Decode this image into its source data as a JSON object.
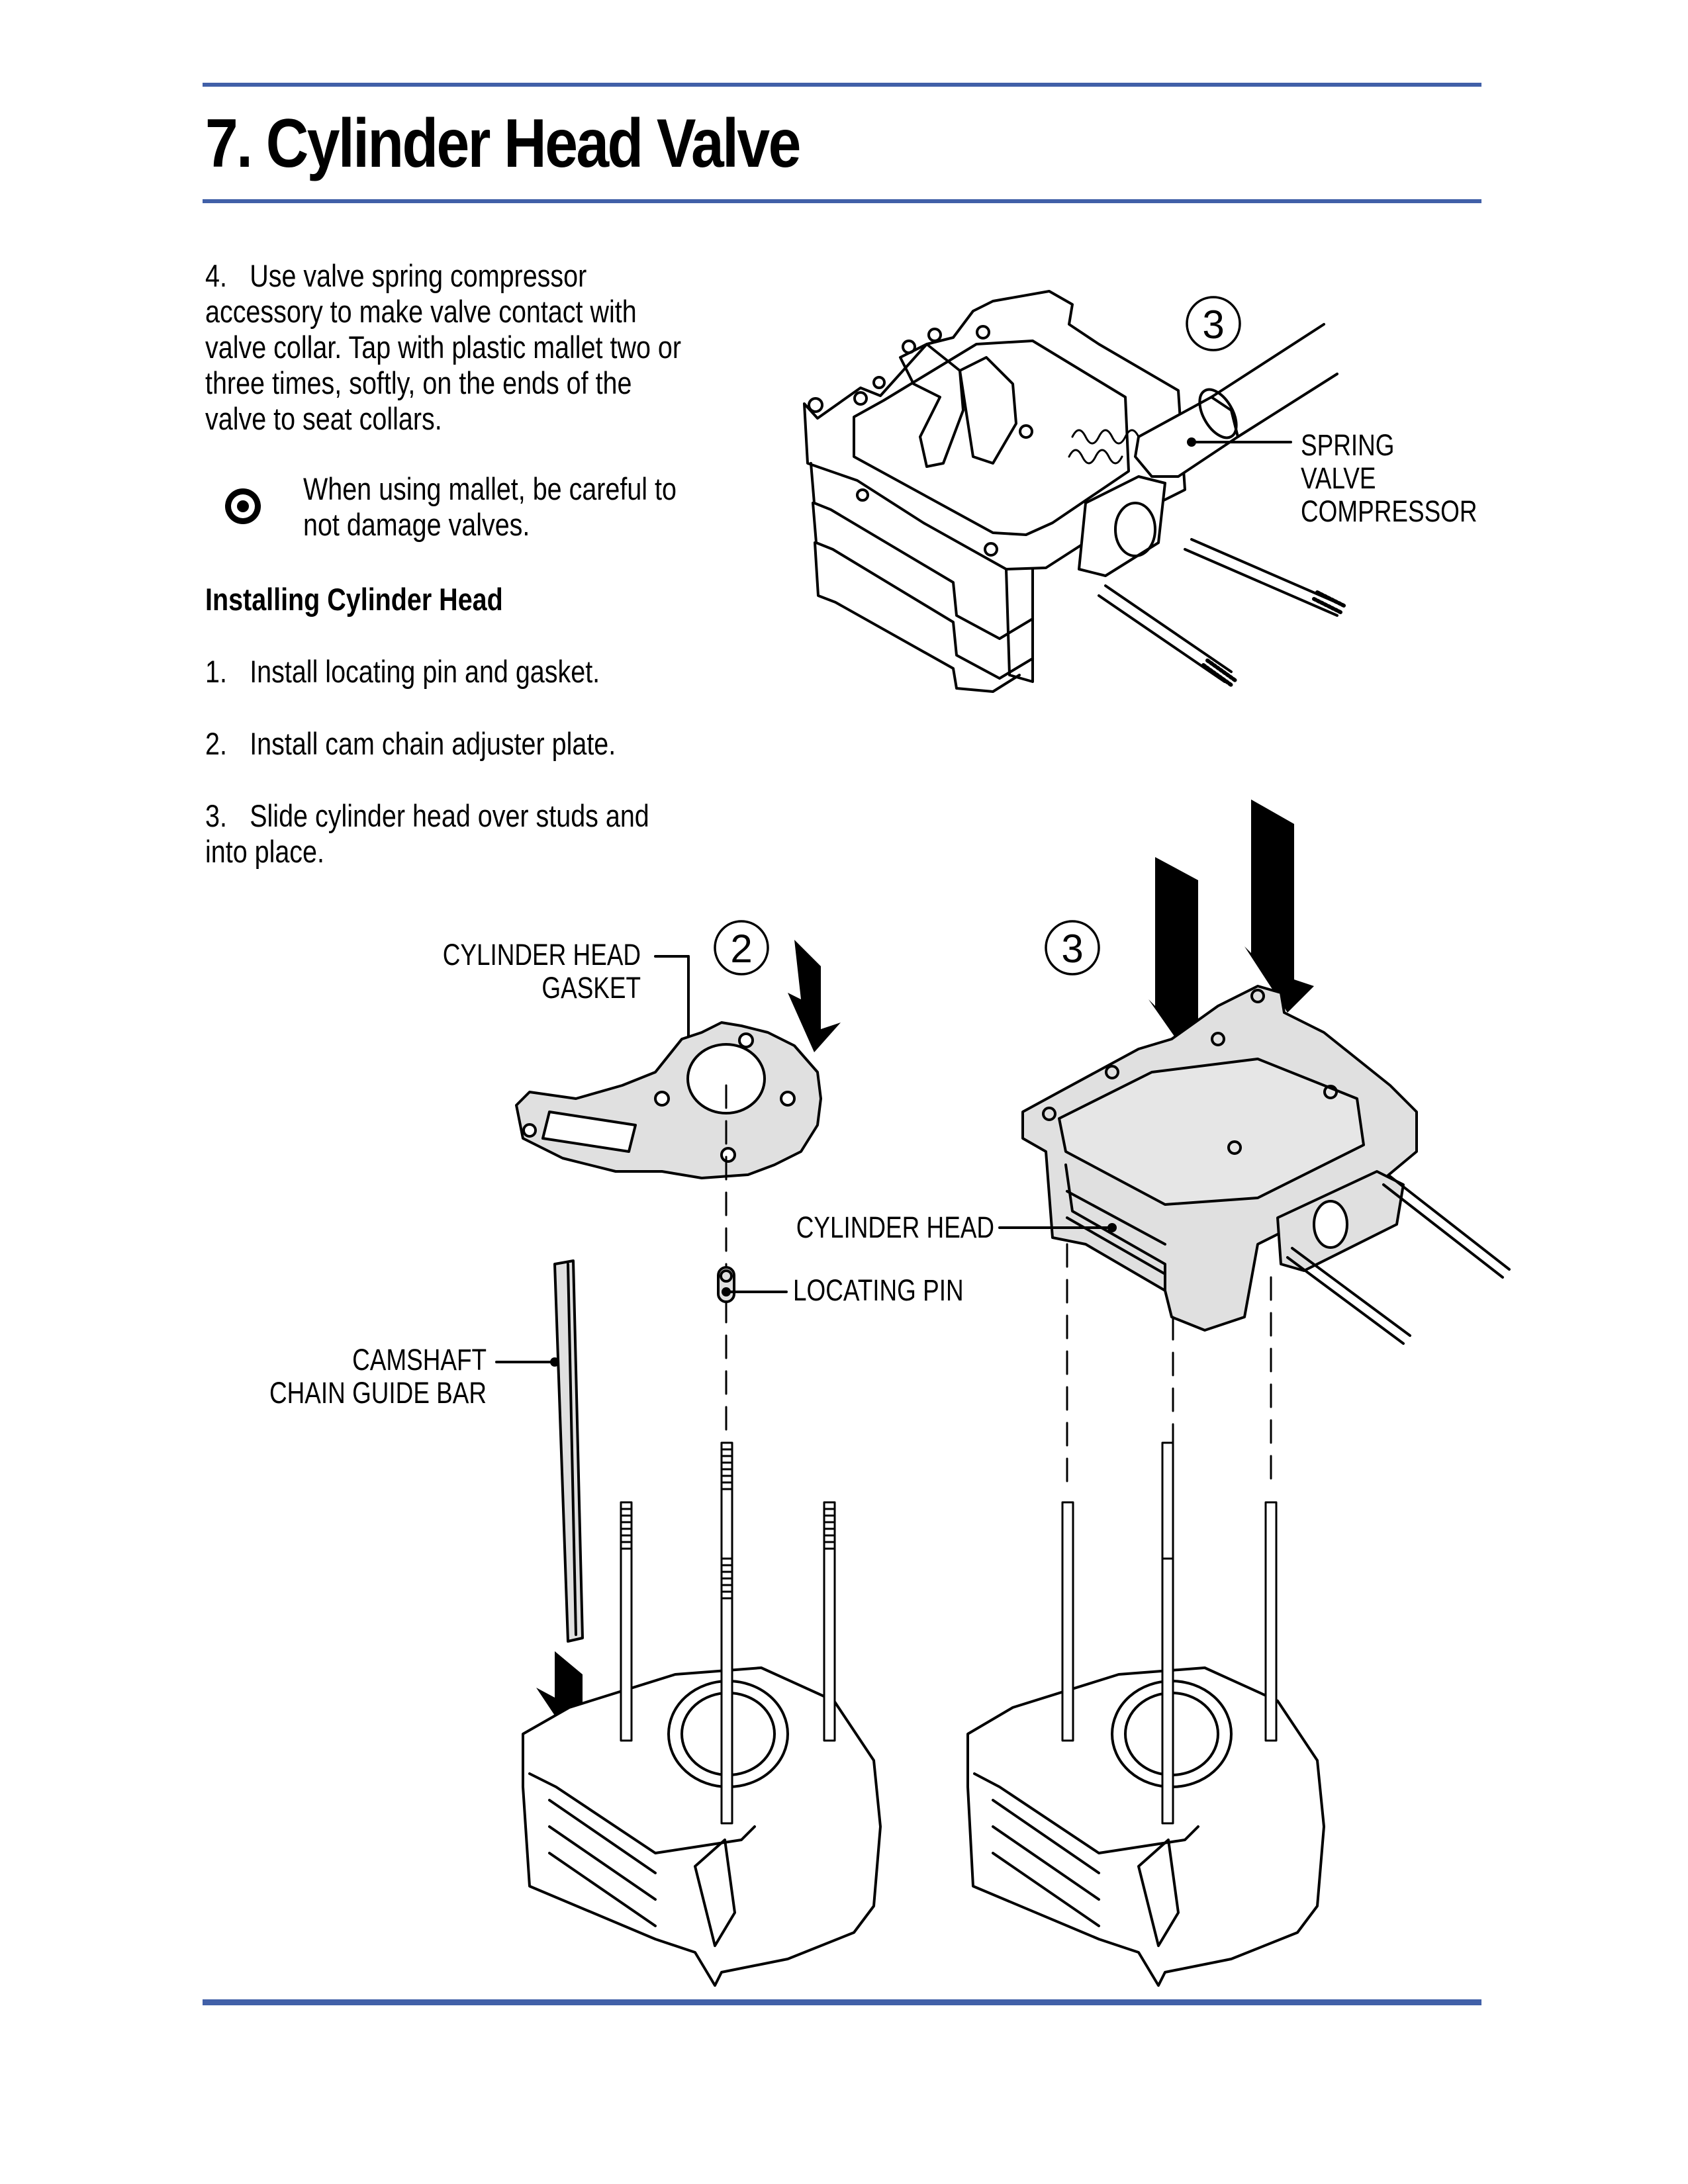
{
  "header": {
    "title": "7. Cylinder Head Valve",
    "accent_color": "#4160a8"
  },
  "steps_top": [
    {
      "number": "4.",
      "lines": [
        "Use valve spring compressor",
        "accessory to make valve contact with",
        "valve collar. Tap with plastic mallet two or",
        "three times, softly, on the ends of the",
        "valve to seat collars."
      ]
    }
  ],
  "note": {
    "icon": "target-bullseye-icon",
    "lines": [
      "When using mallet, be careful to",
      "not damage valves."
    ]
  },
  "section": {
    "heading": "Installing Cylinder Head",
    "steps": [
      {
        "number": "1.",
        "text": "Install locating pin and gasket."
      },
      {
        "number": "2.",
        "text": "Install cam chain adjuster plate."
      },
      {
        "number": "3.",
        "lines": [
          "Slide cylinder head over studs and",
          "into place."
        ]
      }
    ]
  },
  "figures": {
    "top": {
      "callout": "3",
      "label_lines": [
        "SPRING",
        "VALVE",
        "COMPRESSOR"
      ]
    },
    "bottom_left": {
      "callout": "2",
      "gasket_label_lines": [
        "CYLINDER HEAD",
        "GASKET"
      ],
      "pin_label": "LOCATING PIN",
      "guide_label_lines": [
        "CAMSHAFT",
        "CHAIN GUIDE BAR"
      ]
    },
    "bottom_right": {
      "callout": "3",
      "head_label": "CYLINDER HEAD"
    }
  }
}
